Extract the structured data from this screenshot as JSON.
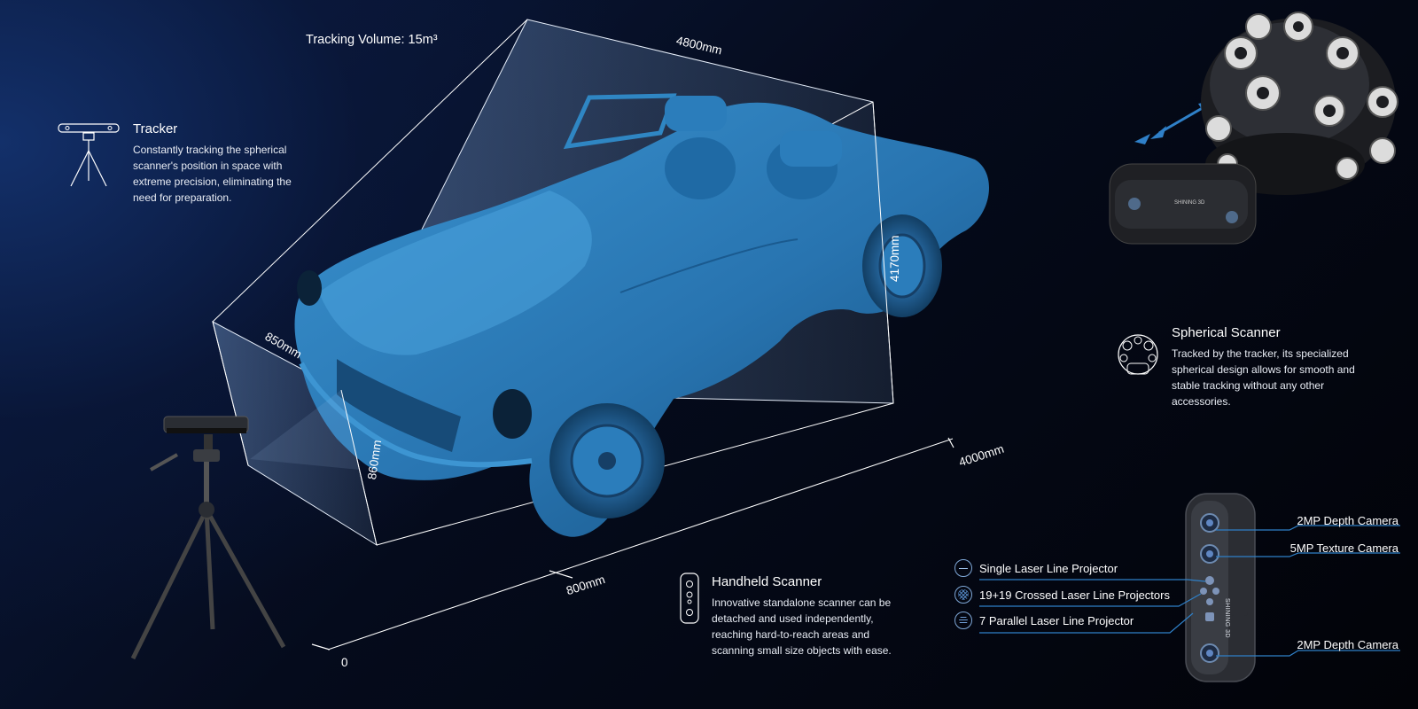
{
  "tracking_volume": "Tracking Volume: 15m³",
  "dimensions": {
    "top_length": "4800mm",
    "right_height": "4170mm",
    "left_width": "850mm",
    "left_height": "860mm",
    "floor_far": "4000mm",
    "floor_mid": "800mm",
    "origin": "0"
  },
  "tracker": {
    "icon": "tripod-tracker-icon",
    "title": "Tracker",
    "description": "Constantly tracking the spherical\nscanner's position in space with\nextreme precision, eliminating the\nneed for preparation."
  },
  "spherical_scanner": {
    "icon": "spherical-scanner-icon",
    "title": "Spherical Scanner",
    "description": "Tracked by the tracker, its specialized\nspherical design allows for smooth and\nstable tracking without any other\naccessories."
  },
  "handheld_scanner": {
    "icon": "handheld-scanner-icon",
    "title": "Handheld Scanner",
    "description": "Innovative standalone scanner can be\ndetached and used independently,\nreaching hard-to-reach areas and\nscanning small size objects with ease."
  },
  "scanner_features": [
    {
      "icon": "single-line-icon",
      "label": "Single Laser Line Projector"
    },
    {
      "icon": "crossed-lines-icon",
      "label": "19+19 Crossed Laser Line Projectors"
    },
    {
      "icon": "parallel-lines-icon",
      "label": "7 Parallel Laser Line Projector"
    }
  ],
  "camera_callouts": {
    "top": "2MP Depth Camera",
    "second": "5MP Texture Camera",
    "bottom": "2MP Depth Camera"
  },
  "device_brand": "SHINING 3D",
  "colors": {
    "accent_blue": "#2f80c8",
    "car_blue": "#2a7bb8",
    "line_white": "#ffffff"
  }
}
